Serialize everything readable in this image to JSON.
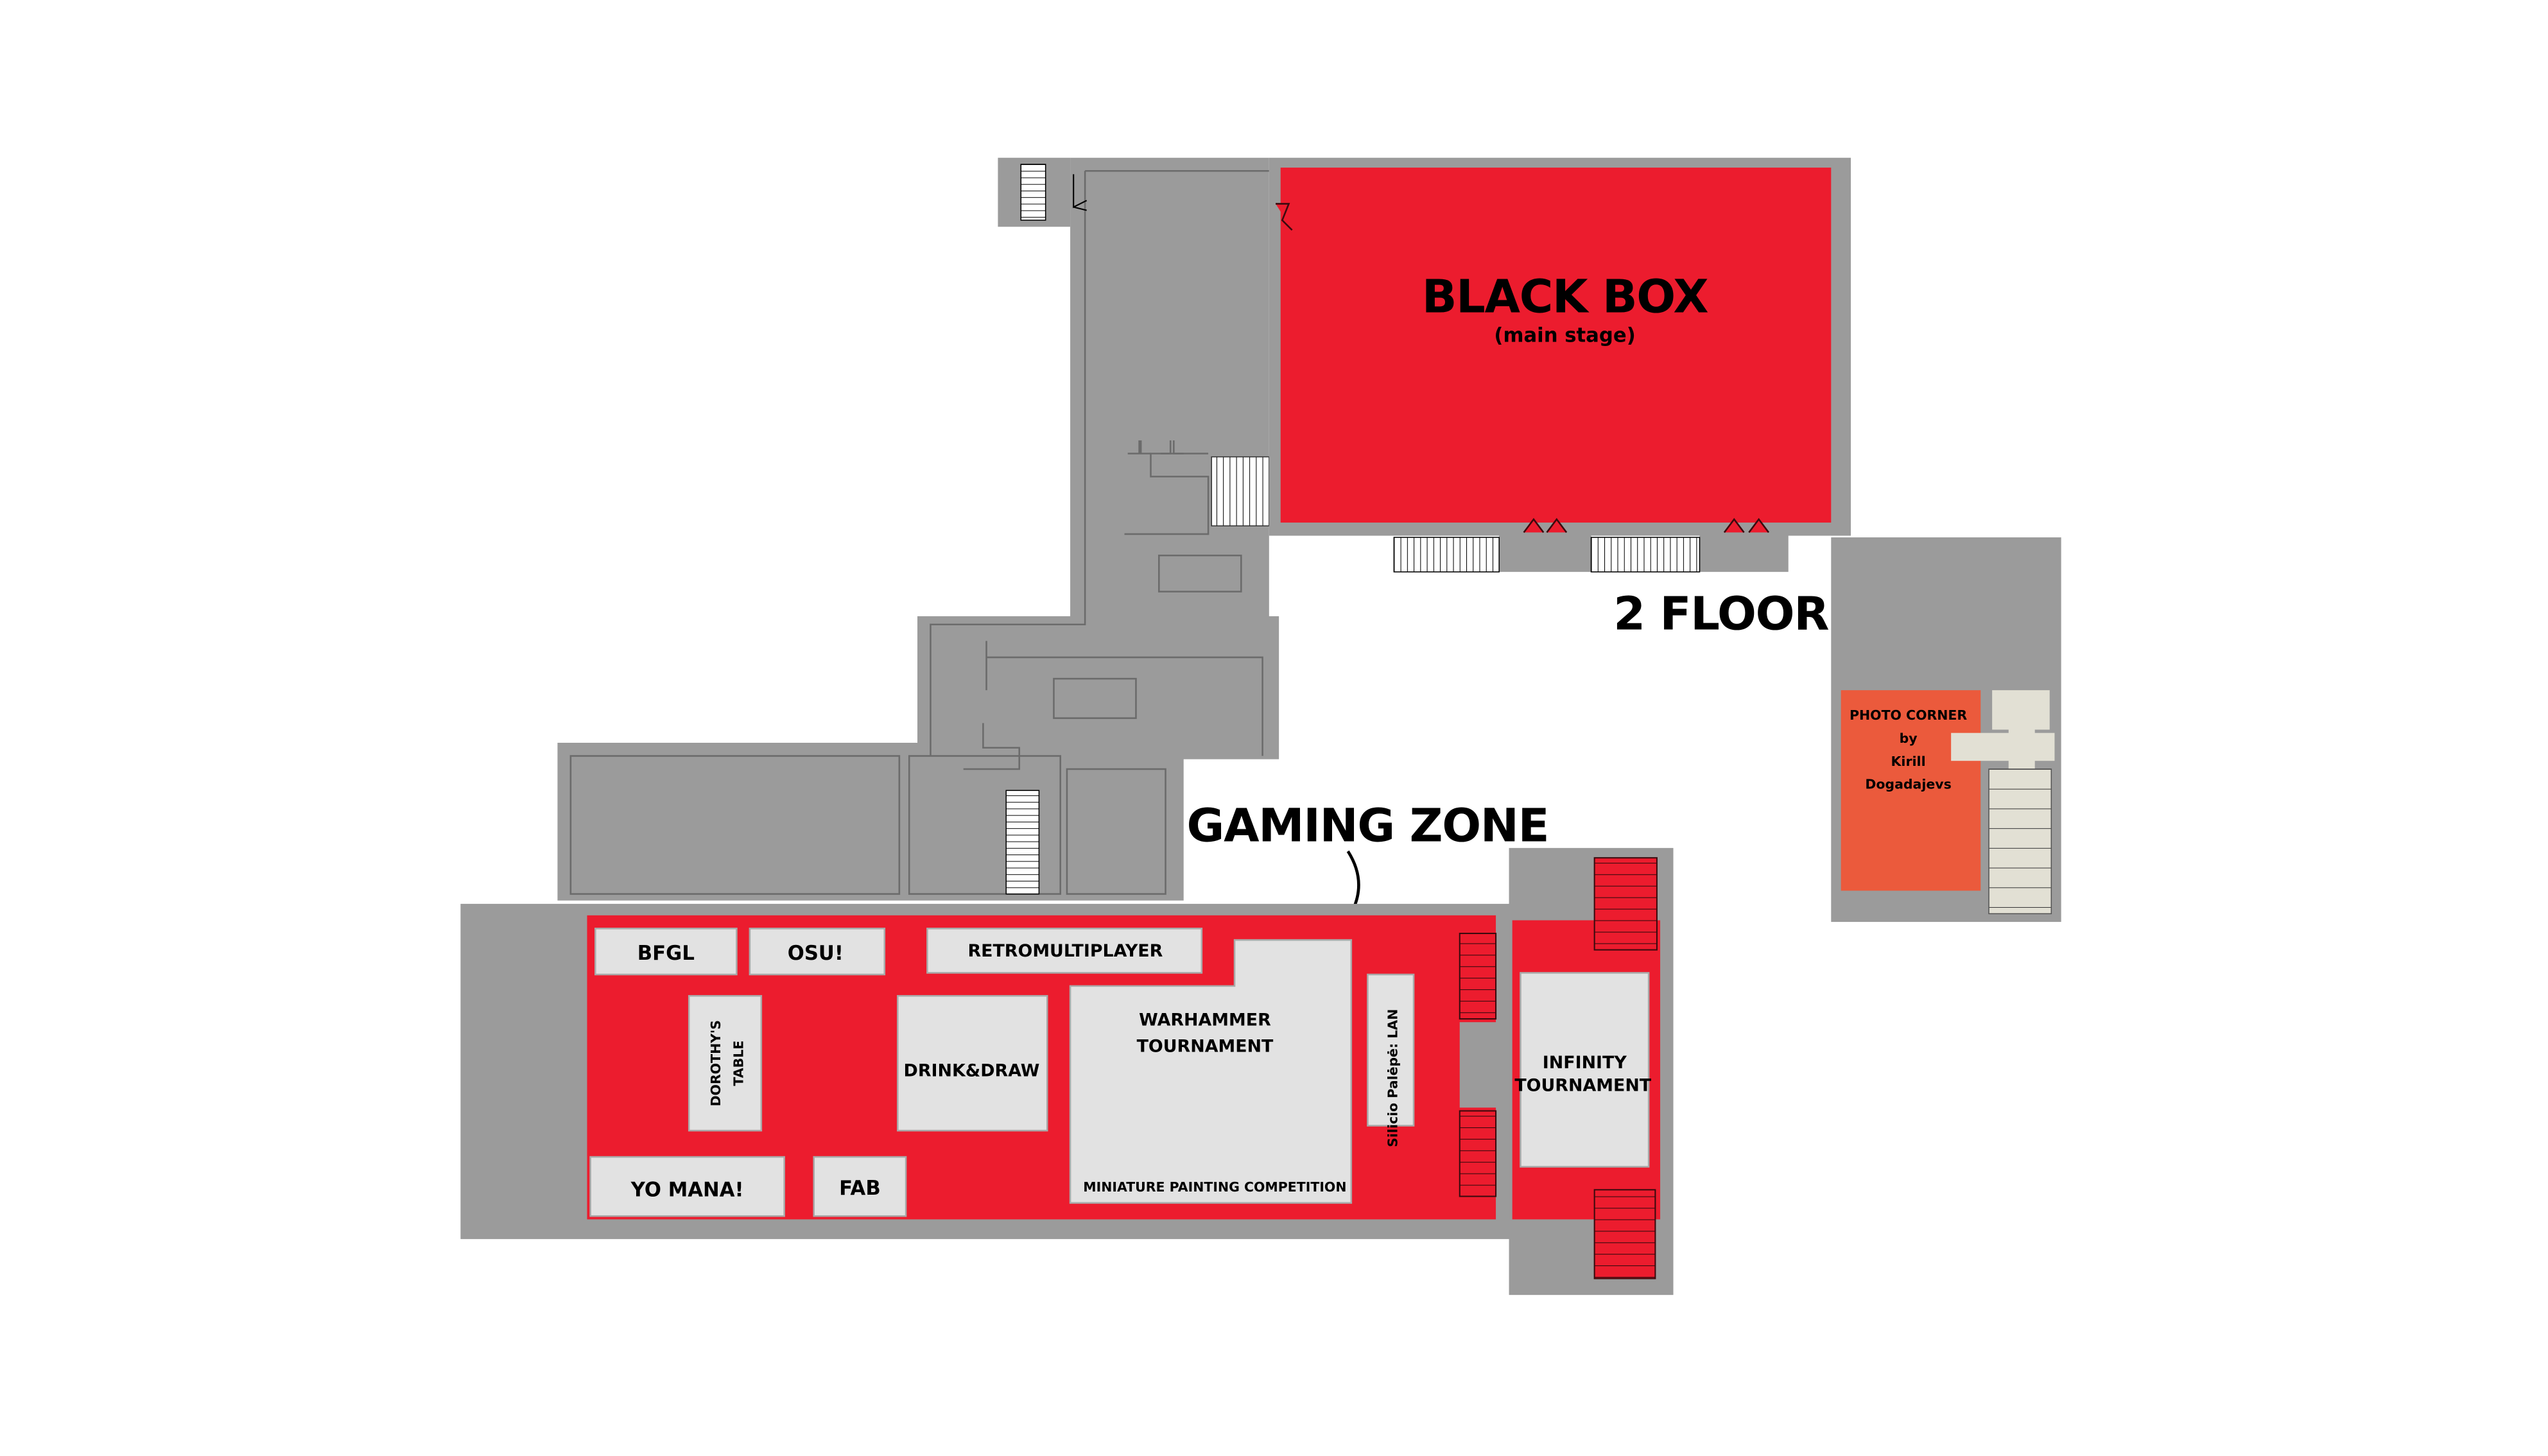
{
  "floor_label": "2 FLOOR",
  "colors": {
    "building": "#9b9b9b",
    "zone_red": "#ec1c2e",
    "photo_orange": "#eb5a3c",
    "room_gray": "#e2e2e2",
    "stair_beige": "#e2e0d4"
  },
  "black_box": {
    "title": "BLACK BOX",
    "subtitle": "(main stage)"
  },
  "gaming_zone": {
    "title": "GAMING ZONE",
    "rooms": {
      "bfgl": "BFGL",
      "osu": "OSU!",
      "retro": "RETROMULTIPLAYER",
      "dorothy_1": "DOROTHY'S",
      "dorothy_2": "TABLE",
      "drink_draw": "DRINK&DRAW",
      "warhammer_1": "WARHAMMER",
      "warhammer_2": "TOURNAMENT",
      "miniature": "MINIATURE PAINTING COMPETITION",
      "silicio": "Silicio Palėpė: LAN",
      "yo_mana": "YO MANA!",
      "fab": "FAB",
      "infinity_1": "INFINITY",
      "infinity_2": "TOURNAMENT"
    }
  },
  "photo_corner": {
    "line1": "PHOTO CORNER",
    "line2": "by",
    "line3": "Kirill",
    "line4": "Dogadajevs"
  }
}
